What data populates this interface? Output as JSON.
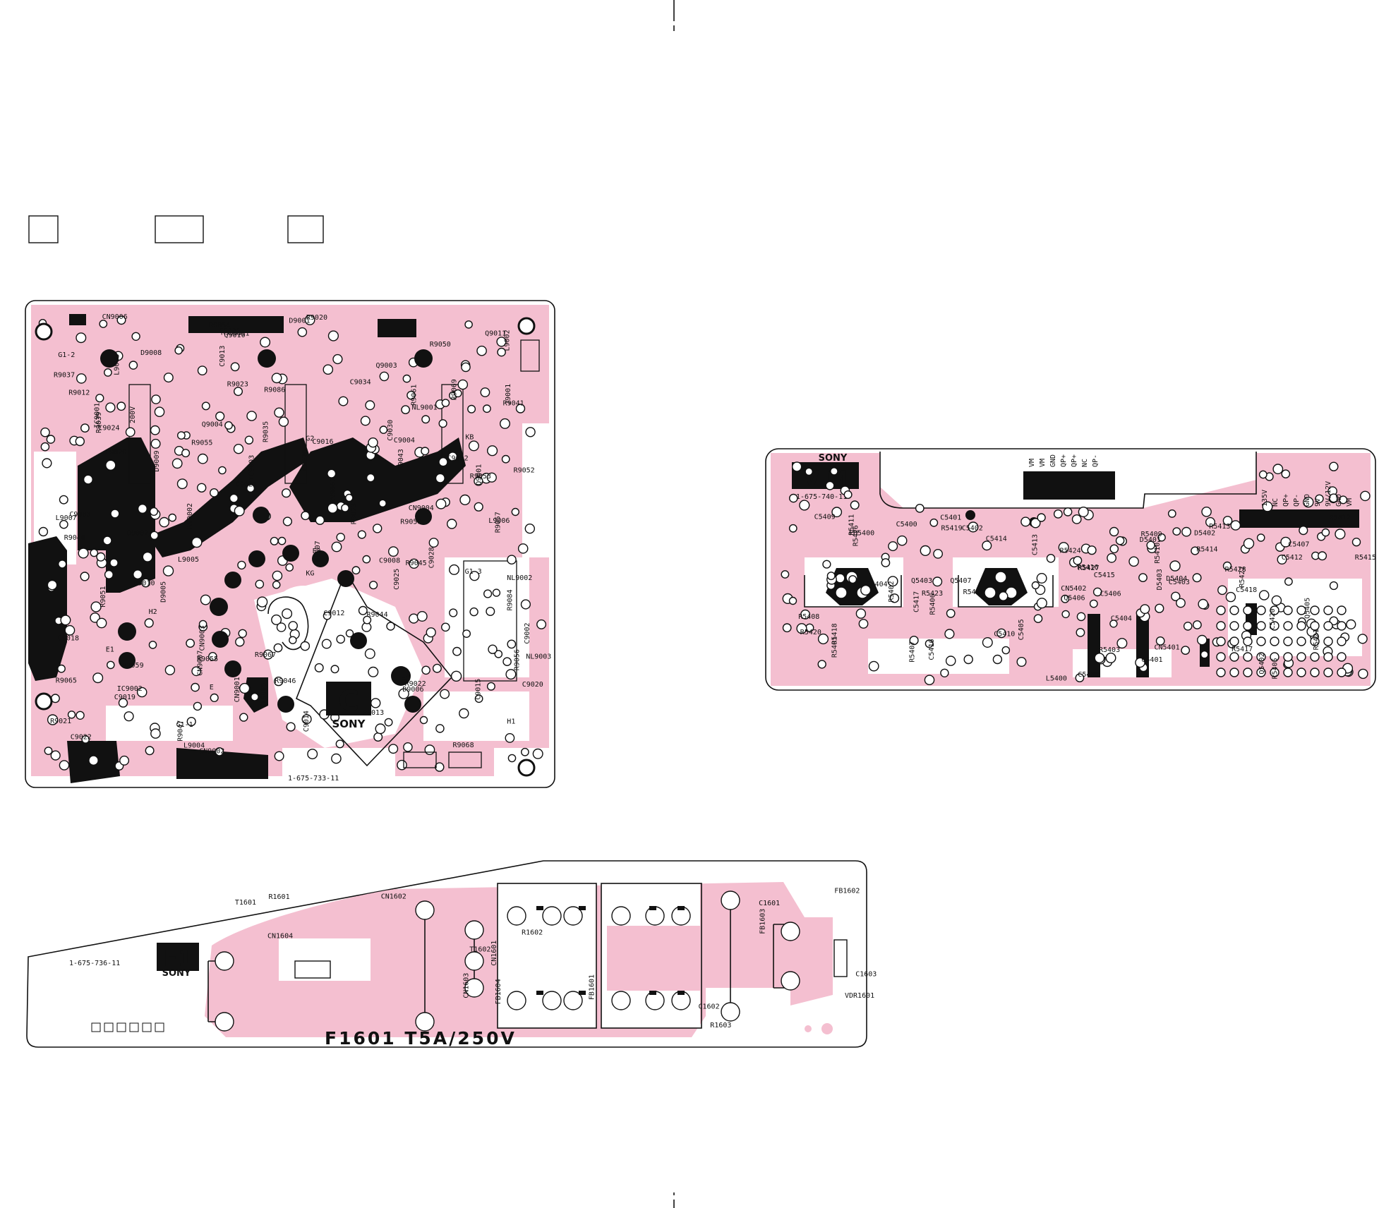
{
  "boards": {
    "c": {
      "logo_letter": "C",
      "logo_brand": "SONY",
      "part_number": "1-675-733-11",
      "labels": [
        "CN9001",
        "CN9005",
        "CN9006",
        "CN9002",
        "CN9007",
        "CN9004",
        "CN9003",
        "IC9001",
        "IC9002",
        "IC9003",
        "Q9001",
        "Q9003",
        "Q9004",
        "Q9010",
        "Q9011",
        "L9005",
        "L9006",
        "L9007",
        "L9002",
        "L9003",
        "L9004",
        "R9012",
        "R9013",
        "R9065",
        "R9067",
        "R9084",
        "R9055",
        "R9086",
        "R9073",
        "R9046",
        "R9044",
        "R9039",
        "R9068",
        "R9052",
        "R9054",
        "R9050",
        "R9010",
        "R9057",
        "R9035",
        "R9061",
        "R9059",
        "R9051",
        "R9053",
        "R9056",
        "R9058",
        "R9069",
        "R9047",
        "R9037",
        "R9043",
        "R9021",
        "R9020",
        "R9036",
        "R9040",
        "R9023",
        "R9022",
        "R9041",
        "R9045",
        "C9014",
        "C9020",
        "C9024",
        "C9027",
        "C9030",
        "C9032",
        "C9034",
        "C9004",
        "C9016",
        "C9031",
        "C9028",
        "C9029",
        "C9003",
        "C9019",
        "C9018",
        "C9012",
        "C9022",
        "C9013",
        "C9008",
        "C9015",
        "C9002",
        "C9011",
        "C9025",
        "C9026",
        "D9002",
        "D9005",
        "D9006",
        "D9007",
        "D9008",
        "D9009",
        "D9001",
        "RV9001",
        "RV9002",
        "R9055",
        "J9001",
        "NL9001",
        "NL9002",
        "NL9003",
        "G1-1",
        "G1-2",
        "G1-3",
        "G2",
        "H1",
        "H2",
        "KB",
        "KG",
        "KR",
        "E1",
        "E2",
        "200V",
        "E"
      ]
    },
    "vm": {
      "logo_text": "V M",
      "logo_brand": "SONY",
      "part_number": "1-675-740-11",
      "labels": [
        "CN5401",
        "CN5402",
        "R5423",
        "R5422",
        "Q5407",
        "C5412",
        "R5421",
        "R5427",
        "R5418",
        "C5408",
        "R5417",
        "C5409",
        "R5419",
        "R5420",
        "R5424",
        "C5415",
        "FB5400",
        "Q5406",
        "R5416",
        "R5413",
        "C5413",
        "C5414",
        "R5415",
        "C5417",
        "L5400",
        "R5410",
        "Q5403",
        "R5412",
        "Q5405",
        "C5400",
        "C5420",
        "R5428",
        "R5407",
        "R5405",
        "R5401",
        "C5401",
        "D5403",
        "D5401",
        "D5404",
        "D5402",
        "Q5402",
        "Q5404",
        "Q5401",
        "C5403",
        "C5406",
        "C5410",
        "R5414",
        "C5407",
        "C5404",
        "R5409",
        "R5408",
        "C5405",
        "C5402",
        "R5402",
        "R5419",
        "R5426",
        "R5406",
        "R5403",
        "R5411",
        "C5416",
        "C5418"
      ],
      "pins_cn5401": [
        "VM",
        "VM",
        "GND",
        "QP+",
        "QP+",
        "NC",
        "QP-"
      ],
      "pins_cn5402": [
        "135V",
        "NC",
        "QP+",
        "QP-",
        "GND",
        "9V",
        "9V/12V",
        "GND",
        "VM"
      ]
    },
    "f1": {
      "logo_text": "F1",
      "logo_brand": "SONY",
      "part_number": "1-675-736-11",
      "fuse_label": "F1601 T5A/250V",
      "labels": [
        "T1601",
        "T1602",
        "R1603",
        "R1602",
        "R1601",
        "FB1604",
        "FB1603",
        "FB1602",
        "FB1601",
        "VDR1601",
        "C1601",
        "C1602",
        "C1603",
        "CN1601",
        "CN1602",
        "CN1603",
        "CN1604"
      ]
    }
  }
}
